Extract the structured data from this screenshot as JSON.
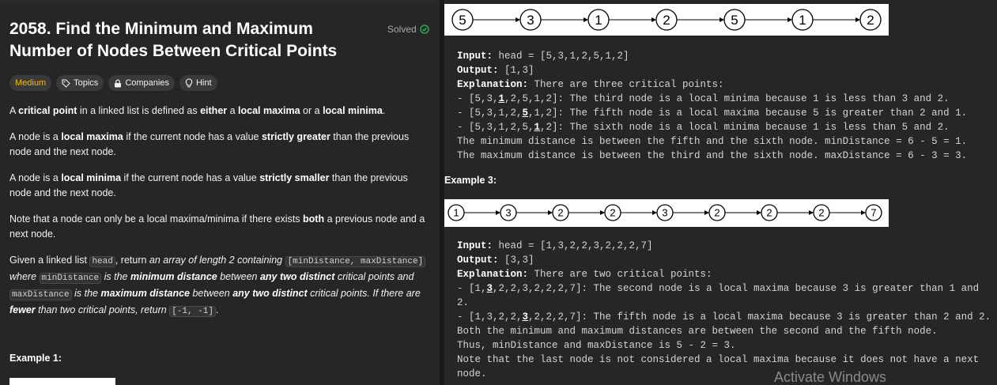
{
  "problem": {
    "title": "2058. Find the Minimum and Maximum Number of Nodes Between Critical Points",
    "solved_label": "Solved",
    "tags": [
      {
        "label": "Medium",
        "icon": ""
      },
      {
        "label": "Topics",
        "icon": "tag-icon"
      },
      {
        "label": "Companies",
        "icon": "lock-icon"
      },
      {
        "label": "Hint",
        "icon": "lightbulb-icon"
      }
    ]
  },
  "description": {
    "p1": [
      "A ",
      "critical point",
      " in a linked list is defined as ",
      "either",
      " a ",
      "local maxima",
      " or a ",
      "local minima",
      "."
    ],
    "p2": [
      "A node is a ",
      "local maxima",
      " if the current node has a value ",
      "strictly greater",
      " than the previous node and the next node."
    ],
    "p3": [
      "A node is a ",
      "local minima",
      " if the current node has a value ",
      "strictly smaller",
      " than the previous node and the next node."
    ],
    "p4": [
      "Note that a node can only be a local maxima/minima if there exists ",
      "both",
      " a previous node and a next node."
    ],
    "p5": {
      "t1": "Given a linked list ",
      "c1": "head",
      "t2": ", return ",
      "t3": "an array of length 2 containing ",
      "c2": "[minDistance, maxDistance]",
      "t4": " where ",
      "c3": "minDistance",
      "t5": " is the ",
      "b1": "minimum distance",
      "t6": " between ",
      "b2": "any two distinct",
      "t7": " critical points and ",
      "c4": "maxDistance",
      "t8": " is the ",
      "b3": "maximum distance",
      "t9": " between ",
      "b4": "any two distinct",
      "t10": " critical points. If there are ",
      "b5": "fewer",
      "t11": " than two critical points, return ",
      "c5": "[-1, -1]",
      "t12": "."
    },
    "example1_label": "Example 1:"
  },
  "example2": {
    "list_values": [
      "5",
      "3",
      "1",
      "2",
      "5",
      "1",
      "2"
    ],
    "input_label": "Input:",
    "input_value": " head = [5,3,1,2,5,1,2]",
    "output_label": "Output:",
    "output_value": " [1,3]",
    "explanation_label": "Explanation:",
    "explanation_value": " There are three critical points:",
    "line1": [
      "- [5,3,",
      "1",
      ",2,5,1,2]: The third node is a local minima because 1 is less than 3 and 2."
    ],
    "line2": [
      "- [5,3,1,2,",
      "5",
      ",1,2]: The fifth node is a local maxima because 5 is greater than 2 and 1."
    ],
    "line3": [
      "- [5,3,1,2,5,",
      "1",
      ",2]: The sixth node is a local minima because 1 is less than 5 and 2."
    ],
    "line4": "The minimum distance is between the fifth and the sixth node. minDistance = 6 - 5 = 1.",
    "line5": "The maximum distance is between the third and the sixth node. maxDistance = 6 - 3 = 3."
  },
  "example3": {
    "label": "Example 3:",
    "list_values": [
      "1",
      "3",
      "2",
      "2",
      "3",
      "2",
      "2",
      "2",
      "7"
    ],
    "input_label": "Input:",
    "input_value": " head = [1,3,2,2,3,2,2,2,7]",
    "output_label": "Output:",
    "output_value": " [3,3]",
    "explanation_label": "Explanation:",
    "explanation_value": " There are two critical points:",
    "line1": [
      "- [1,",
      "3",
      ",2,2,3,2,2,2,7]: The second node is a local maxima because 3 is greater than 1 and"
    ],
    "line1b": "2.",
    "line2": [
      "- [1,3,2,2,",
      "3",
      ",2,2,2,7]: The fifth node is a local maxima because 3 is greater than 2 and 2."
    ],
    "line3": "Both the minimum and maximum distances are between the second and the fifth node.",
    "line4": "Thus, minDistance and maxDistance is 5 - 2 = 3.",
    "line5": "Note that the last node is not considered a local maxima because it does not have a next",
    "line5b": "node."
  },
  "watermark": "Activate Windows",
  "colors": {
    "medium": "#ffb800",
    "solved": "#2cbb5d",
    "bg": "#262626"
  }
}
